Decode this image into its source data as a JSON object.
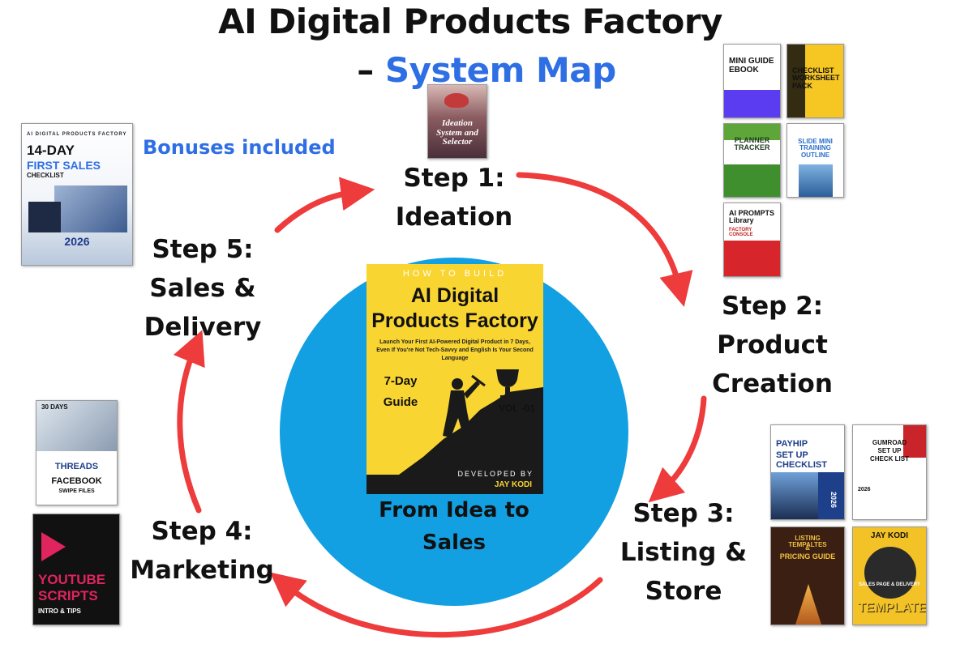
{
  "title": {
    "line1": "AI Digital Products Factory",
    "line2_prefix": "– ",
    "line2_accent": "System Map"
  },
  "colors": {
    "accent": "#2f6fe4",
    "circle": "#12a0e2",
    "arrow": "#ee3b3b",
    "book_yellow": "#f9d532"
  },
  "bonus_label": "Bonuses included",
  "center": {
    "book": {
      "how": "HOW TO BUILD",
      "title_line1": "AI Digital",
      "title_line2": "Products Factory",
      "subtitle": "Launch Your First AI-Powered Digital Product in 7 Days, Even If You're Not Tech-Savvy and English Is Your Second Language",
      "guide_line1": "7-Day",
      "guide_line2": "Guide",
      "vol": "VOL -01",
      "developed_by": "DEVELOPED BY",
      "author": "JAY KODI"
    },
    "tagline_line1": "From Idea to",
    "tagline_line2": "Sales"
  },
  "steps": [
    {
      "line1": "Step 1:",
      "line2": "Ideation"
    },
    {
      "line1": "Step 2:",
      "line2": "Product",
      "line3": "Creation"
    },
    {
      "line1": "Step 3:",
      "line2": "Listing &",
      "line3": "Store"
    },
    {
      "line1": "Step 4:",
      "line2": "Marketing"
    },
    {
      "line1": "Step 5:",
      "line2": "Sales &",
      "line3": "Delivery"
    }
  ],
  "covers": {
    "ideation": {
      "text": "Ideation System and Selector",
      "icon": "heart-hands-image"
    },
    "first_sales": {
      "brand": "AI DIGITAL PRODUCTS FACTORY",
      "line1": "14-DAY",
      "line2": "FIRST SALES",
      "line3": "CHECKLIST",
      "year": "2026"
    },
    "mini_guide": {
      "text": "MINI GUIDE EBOOK"
    },
    "checklist": {
      "text": "CHECKLIST WORKSHEET PACK"
    },
    "planner": {
      "text": "PLANNER TRACKER"
    },
    "slide": {
      "text": "SLIDE MINI TRAINING OUTLINE"
    },
    "prompts": {
      "text": "AI PROMPTS Library",
      "sub": "FACTORY CONSOLE"
    },
    "payhip": {
      "line1": "PAYHIP",
      "line2": "SET UP",
      "line3": "CHECKLIST",
      "year": "2026"
    },
    "gumroad": {
      "line1": "GUMROAD",
      "line2": "SET UP",
      "line3": "CHECK LIST",
      "year": "2026"
    },
    "listing": {
      "line1": "LISTING TEMPALTES",
      "line2": "&",
      "line3": "PRICING GUIDE"
    },
    "templates": {
      "author": "JAY KODI",
      "mid": "SALES PAGE & DELIVERY",
      "line1": "TEMPLATES"
    },
    "threads": {
      "top": "30 DAYS",
      "line1": "THREADS",
      "line2": "FACEBOOK",
      "line3": "SWIPE FILES"
    },
    "youtube": {
      "line1": "YOUTUBE",
      "line2": "SCRIPTS",
      "line3": "INTRO & TIPS"
    }
  }
}
